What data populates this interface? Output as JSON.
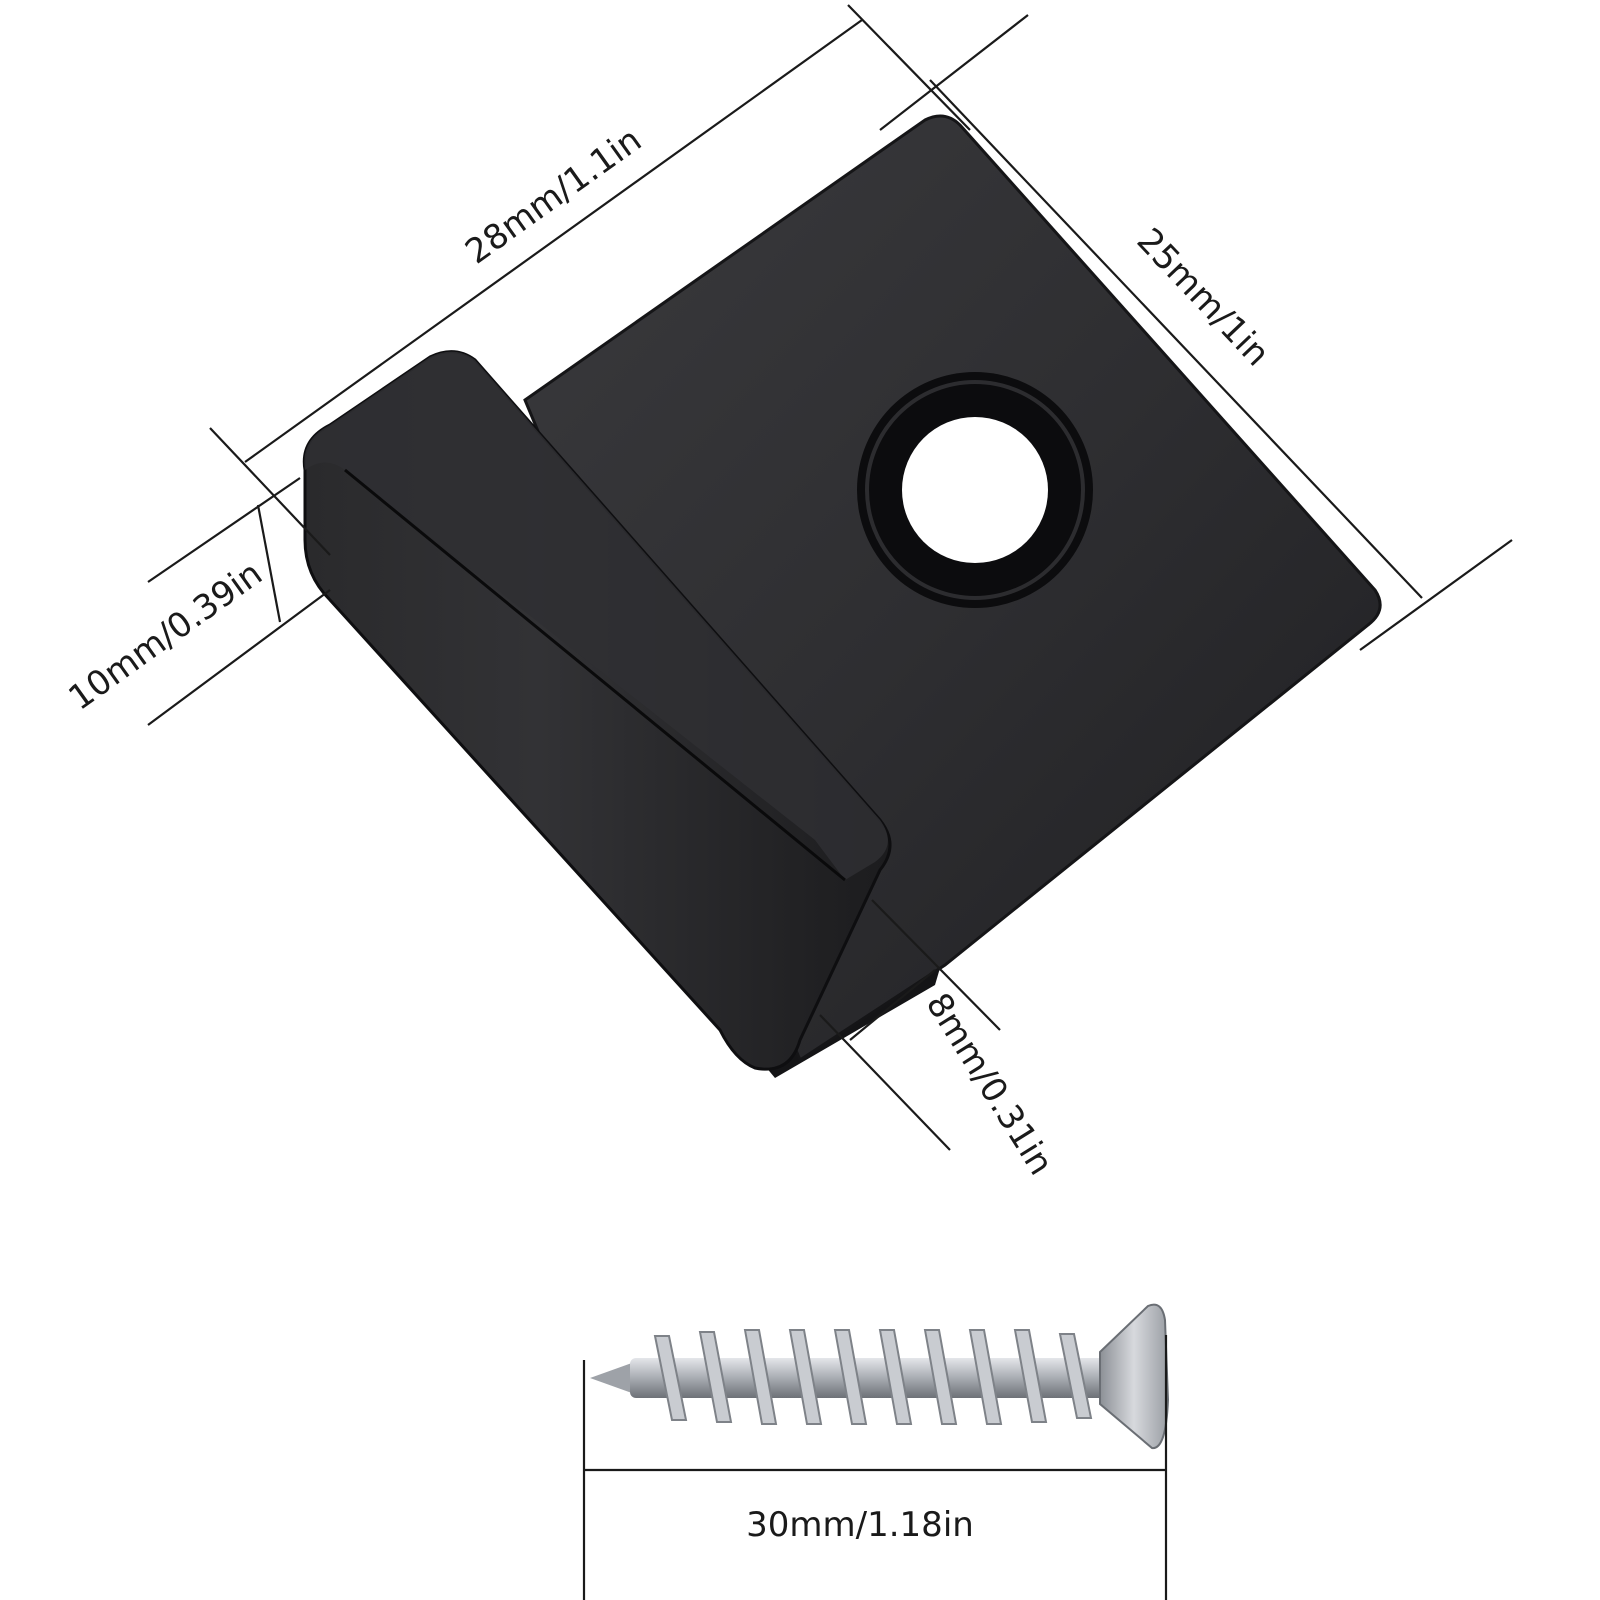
{
  "dimensions": {
    "clip_length": "28mm/1.1in",
    "clip_width": "25mm/1in",
    "flange_height": "10mm/0.39in",
    "gap_height": "8mm/0.31in",
    "screw_length": "30mm/1.18in"
  },
  "colors": {
    "clip_body": "#2b2b2d",
    "clip_edge": "#0e0e10",
    "screw_metal": "#b9bcc1",
    "dimension_line": "#1a1a1a",
    "background": "#ffffff"
  }
}
